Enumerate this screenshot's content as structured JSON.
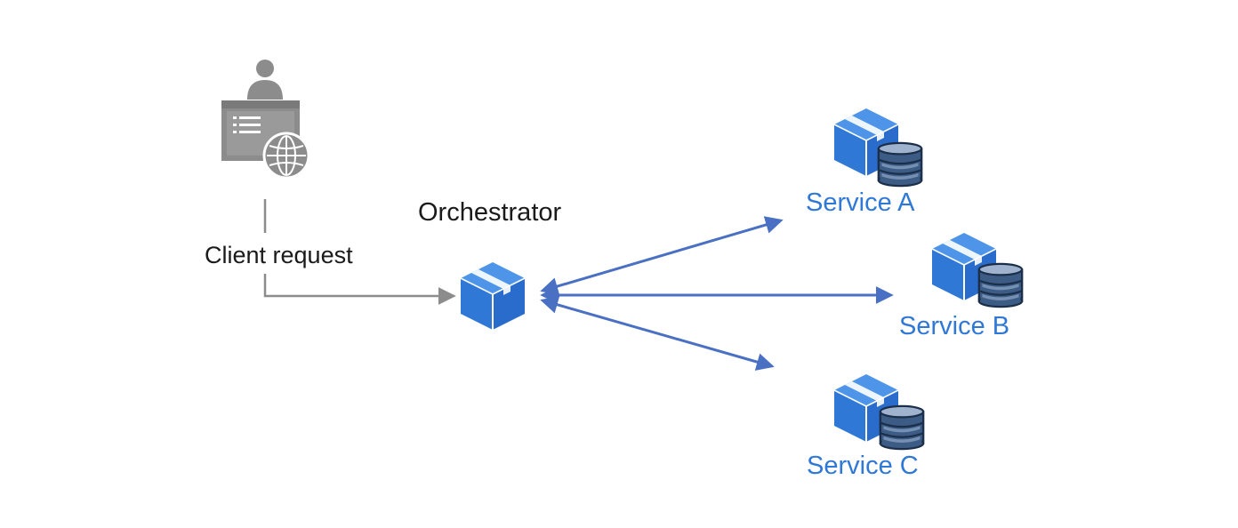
{
  "labels": {
    "orchestrator": "Orchestrator",
    "client_request": "Client request",
    "service_a": "Service A",
    "service_b": "Service B",
    "service_c": "Service C"
  },
  "icons": {
    "client": "client-browser-icon",
    "orchestrator": "orchestrator-box-icon",
    "service": "service-box-database-icon"
  },
  "colors": {
    "service_blue": "#2f78d6",
    "arrow_blue": "#4a70c4",
    "client_gray": "#8c8c8c",
    "text_dark": "#1a1a1a"
  }
}
